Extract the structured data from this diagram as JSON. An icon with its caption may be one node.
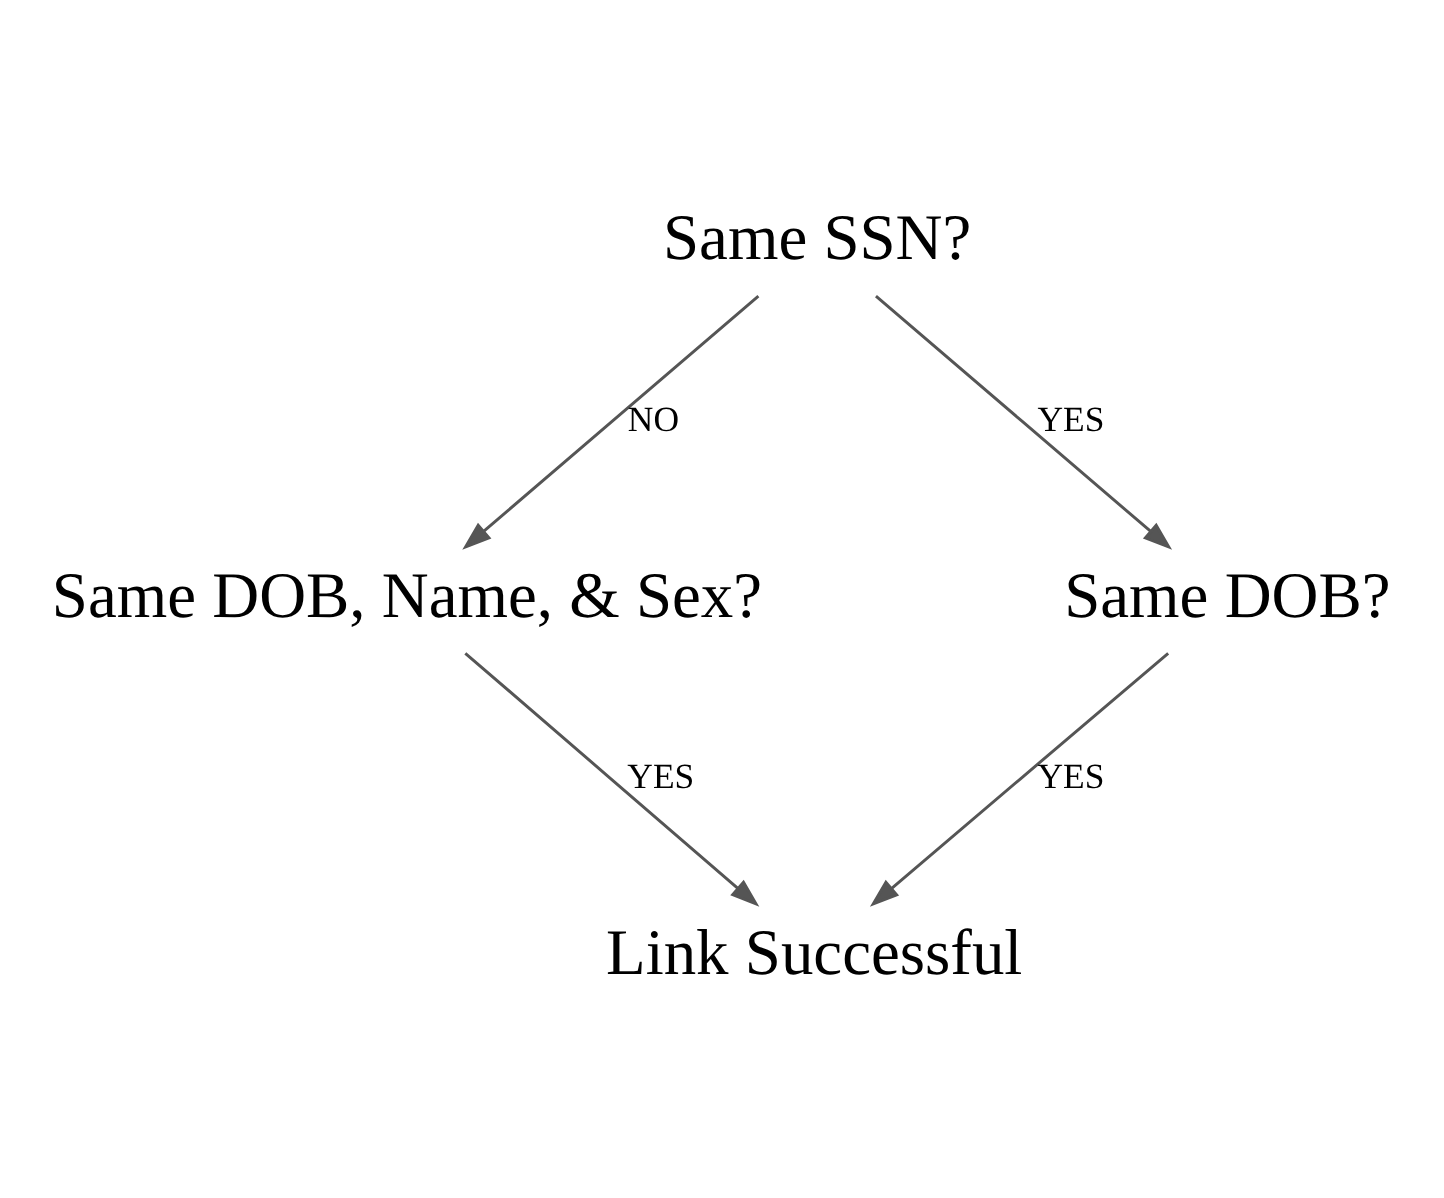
{
  "diagram": {
    "nodes": [
      {
        "text": [
          "Same SSN?"
        ]
      },
      {
        "text": [
          "Same DOB, Name, & Sex?"
        ]
      },
      {
        "text": [
          "Same DOB?"
        ]
      },
      {
        "text": [
          "Link Successful"
        ]
      }
    ],
    "edges": [
      {
        "from": 0,
        "to": 1,
        "arrow": "to",
        "label": "NO"
      },
      {
        "from": 0,
        "to": 2,
        "arrow": "to",
        "label": "YES"
      },
      {
        "from": 1,
        "to": 3,
        "arrow": "to",
        "label": "YES"
      },
      {
        "from": 2,
        "to": 3,
        "arrow": "to",
        "label": "YES"
      }
    ]
  }
}
